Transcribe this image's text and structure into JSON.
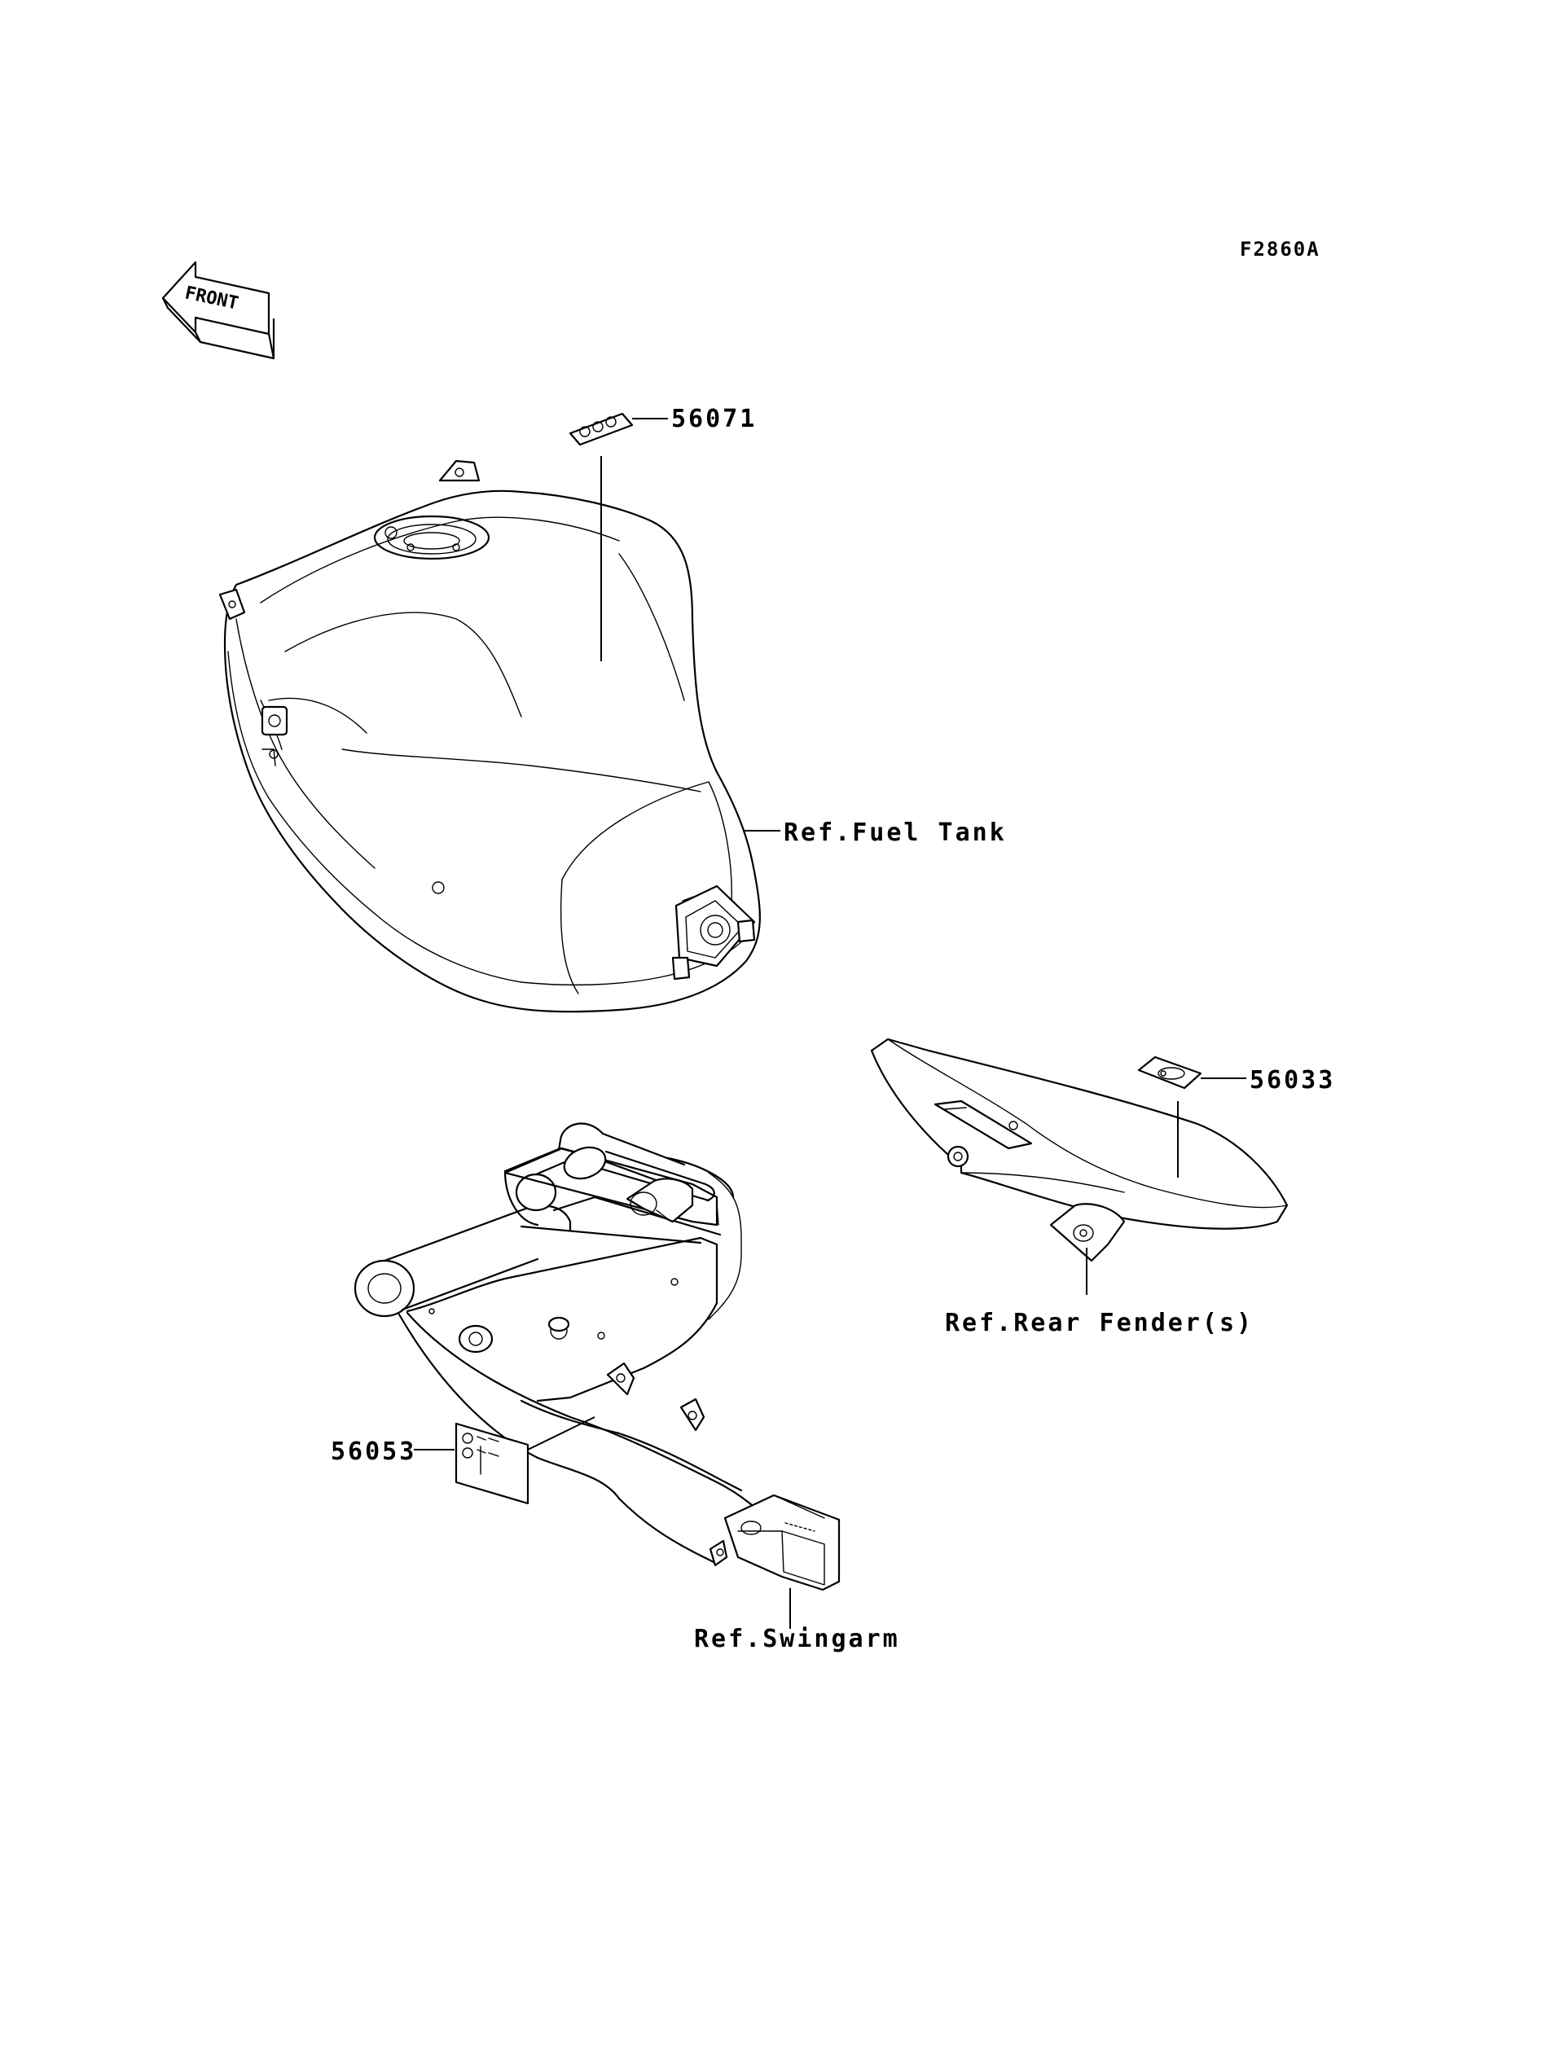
{
  "figure_code": "F2860A",
  "front_marker": {
    "label": "FRONT",
    "icon": "front-arrow-icon"
  },
  "callouts": {
    "decal_56071": "56071",
    "decal_56033": "56033",
    "decal_56053": "56053"
  },
  "references": {
    "fuel_tank": "Ref.Fuel Tank",
    "rear_fender": "Ref.Rear Fender(s)",
    "swingarm": "Ref.Swingarm"
  },
  "colors": {
    "line": "#000000",
    "background": "#ffffff"
  }
}
